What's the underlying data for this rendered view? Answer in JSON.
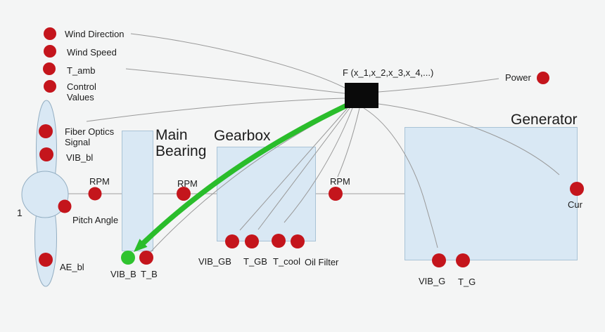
{
  "diagram": {
    "function_node": {
      "label": "F (x_1,x_2,x_3,x_4,...)"
    },
    "components": {
      "main_bearing": {
        "title": "Main Bearing"
      },
      "gearbox": {
        "title": "Gearbox"
      },
      "generator": {
        "title": "Generator"
      }
    },
    "sensors": {
      "wind_direction": "Wind Direction",
      "wind_speed": "Wind Speed",
      "t_amb": "T_amb",
      "control_values": "Control Values",
      "fiber_optics_signal": "Fiber Optics Signal",
      "vib_bl": "VIB_bl",
      "rpm_rotor": "RPM",
      "rpm_main_bearing": "RPM",
      "rpm_gearbox": "RPM",
      "pitch_angle": "Pitch Angle",
      "ae_bl": "AE_bl",
      "vib_b": "VIB_B",
      "t_b": "T_B",
      "vib_gb": "VIB_GB",
      "t_gb": "T_GB",
      "t_cool": "T_cool",
      "oil_filter": "Oil Filter",
      "vib_g": "VIB_G",
      "t_g": "T_G",
      "cur": "Cur",
      "power": "Power"
    },
    "annotations": {
      "left_edge_character": "1"
    }
  },
  "colors": {
    "background": "#f4f5f5",
    "component_fill": "#d9e8f4",
    "component_border": "#a9c3d6",
    "turbine_fill": "#d9e8f4",
    "turbine_border": "#93aec2",
    "sensor_red": "#c4151c",
    "output_green": "#2fc32f",
    "arrow_green": "#2abd2b",
    "connector_gray": "#999999",
    "function_node_black": "#0a0a0a",
    "text_color": "#1c1c1c"
  }
}
